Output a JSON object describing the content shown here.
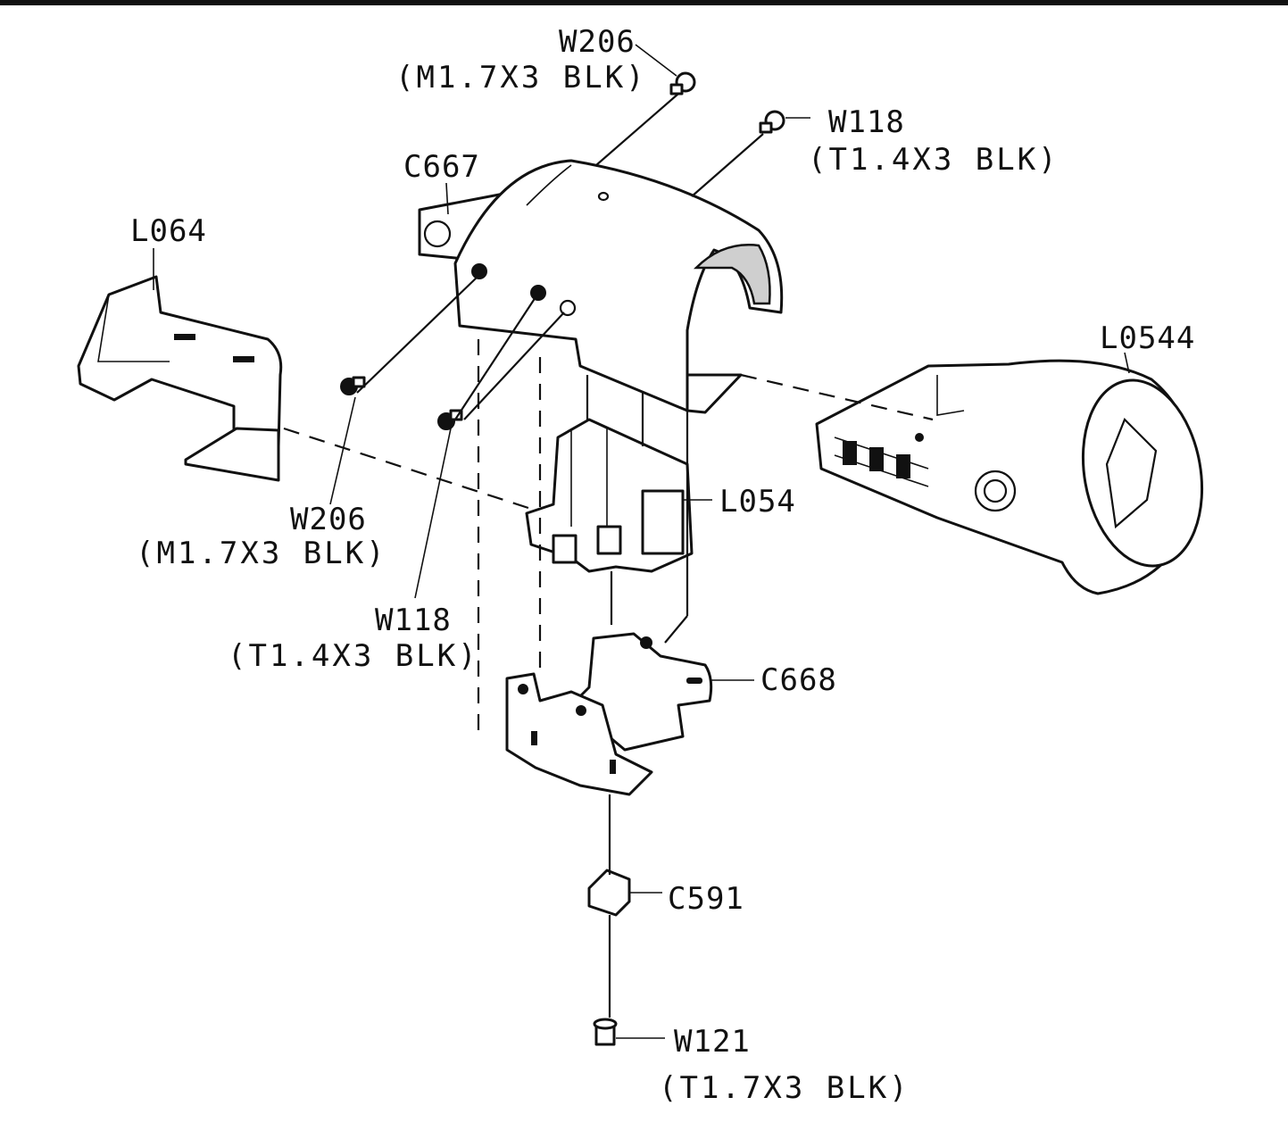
{
  "parts": {
    "w206_top": {
      "code": "W206",
      "spec": "(M1.7X3 BLK)"
    },
    "w118_top": {
      "code": "W118",
      "spec": "(T1.4X3 BLK)"
    },
    "c667": {
      "code": "C667"
    },
    "l064": {
      "code": "L064"
    },
    "l0544": {
      "code": "L0544"
    },
    "l054": {
      "code": "L054"
    },
    "w206_left": {
      "code": "W206",
      "spec": "(M1.7X3 BLK)"
    },
    "w118_left": {
      "code": "W118",
      "spec": "(T1.4X3 BLK)"
    },
    "c668": {
      "code": "C668"
    },
    "c591": {
      "code": "C591"
    },
    "w121": {
      "code": "W121",
      "spec": "(T1.7X3 BLK)"
    }
  }
}
